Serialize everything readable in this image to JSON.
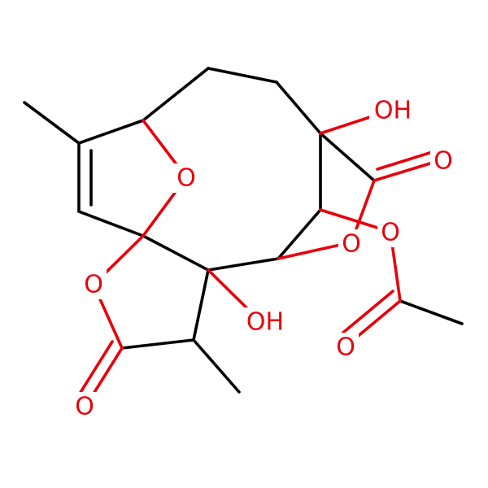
{
  "colors": {
    "carbon_bond": "#000000",
    "oxygen": "#e8000b",
    "background": "#ffffff"
  },
  "labels": {
    "oh_top": "OH",
    "o_ether_top": "O",
    "o_ring_right": "O",
    "o_carbonyl_top": "O",
    "o_acetate": "O",
    "o_lactone_ring": "O",
    "oh_bottom": "OH",
    "o_acetyl_carbonyl": "O",
    "o_lactone_carbonyl": "O"
  }
}
